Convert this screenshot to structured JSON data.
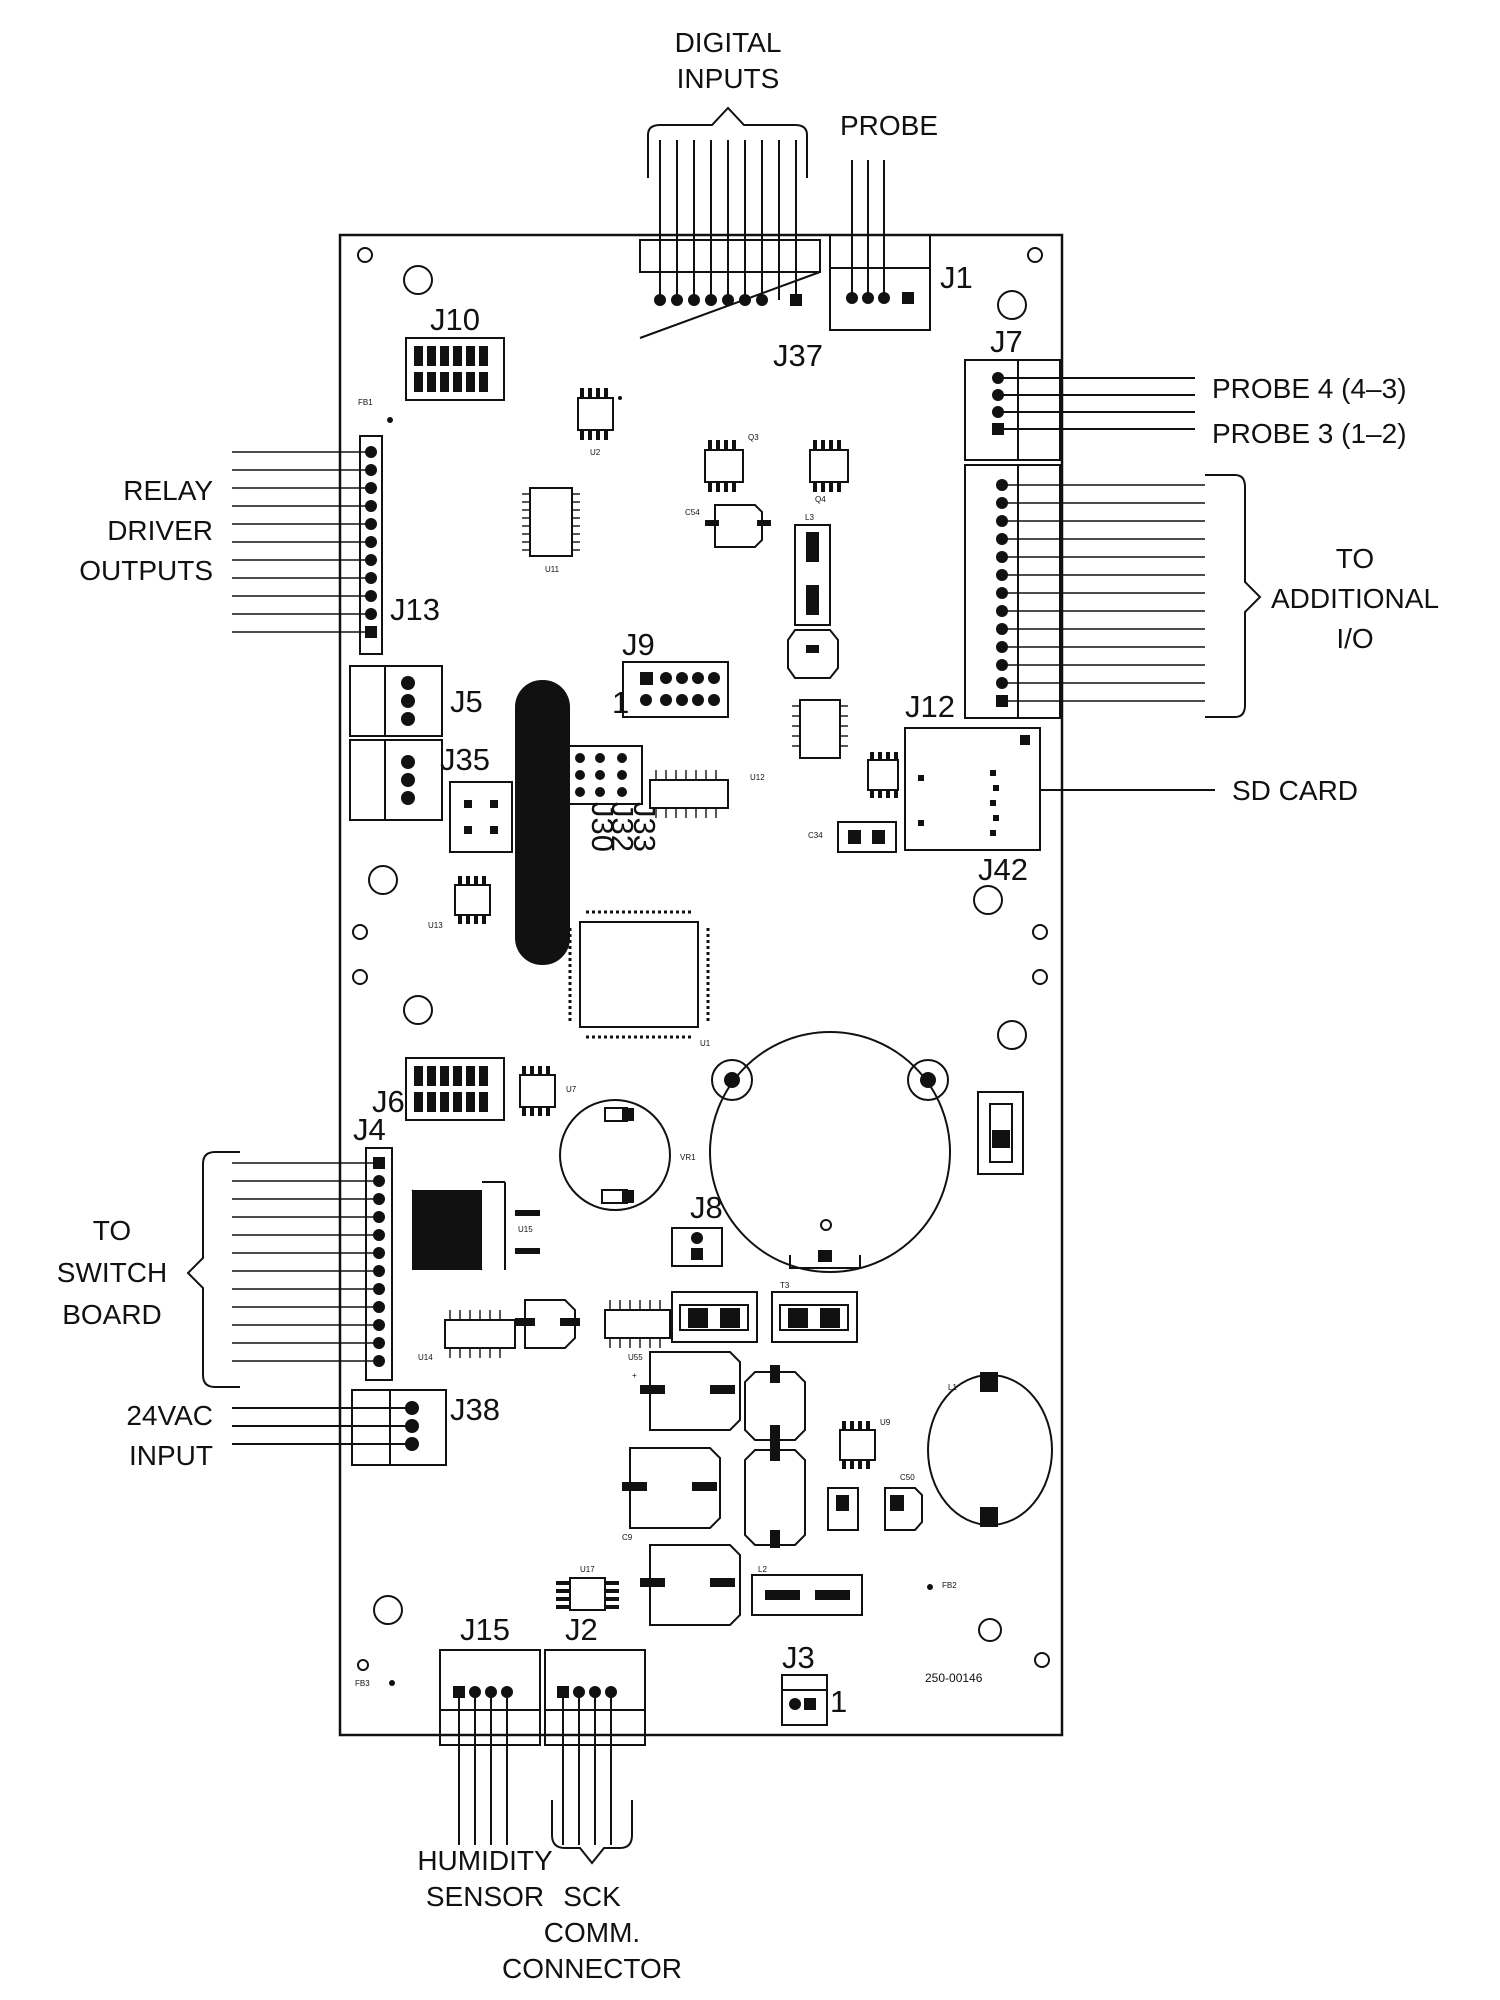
{
  "labels": {
    "digital_inputs": [
      "DIGITAL",
      "INPUTS"
    ],
    "probe": "PROBE",
    "probe4": "PROBE 4 (4–3)",
    "probe3": "PROBE 3 (1–2)",
    "additional_io": [
      "TO",
      "ADDITIONAL",
      "I/O"
    ],
    "sd_card": "SD CARD",
    "relay": [
      "RELAY",
      "DRIVER",
      "OUTPUTS"
    ],
    "switch_board": [
      "TO",
      "SWITCH",
      "BOARD"
    ],
    "vac_input": [
      "24VAC",
      "INPUT"
    ],
    "humidity": [
      "HUMIDITY",
      "SENSOR"
    ],
    "sck": [
      "SCK",
      "COMM.",
      "CONNECTOR"
    ],
    "part_number": "250-00146"
  },
  "connectors": {
    "J1": "J1",
    "J2": "J2",
    "J3": "J3",
    "J4": "J4",
    "J5": "J5",
    "J6": "J6",
    "J7": "J7",
    "J8": "J8",
    "J9": "J9",
    "J10": "J10",
    "J12": "J12",
    "J13": "J13",
    "J15": "J15",
    "J35": "J35",
    "J37": "J37",
    "J38": "J38",
    "J42": "J42",
    "J30": "J30",
    "J32": "J32",
    "J33": "J33",
    "j9_pin1": "1",
    "j3_pin1": "1"
  },
  "components": {
    "FB1": "FB1",
    "FB2": "FB2",
    "FB3": "FB3",
    "U11": "U11",
    "U2": "U2",
    "Q3": "Q3",
    "Q4": "Q4",
    "C54": "C54",
    "L3": "L3",
    "U12": "U12",
    "C34": "C34",
    "U13": "U13",
    "U1": "U1",
    "U7": "U7",
    "VR1": "VR1",
    "U15": "U15",
    "U14": "U14",
    "U55": "U55",
    "T3": "T3",
    "U9": "U9",
    "L1": "L1",
    "C50": "C50",
    "U17": "U17",
    "C9": "C9",
    "L2": "L2"
  }
}
